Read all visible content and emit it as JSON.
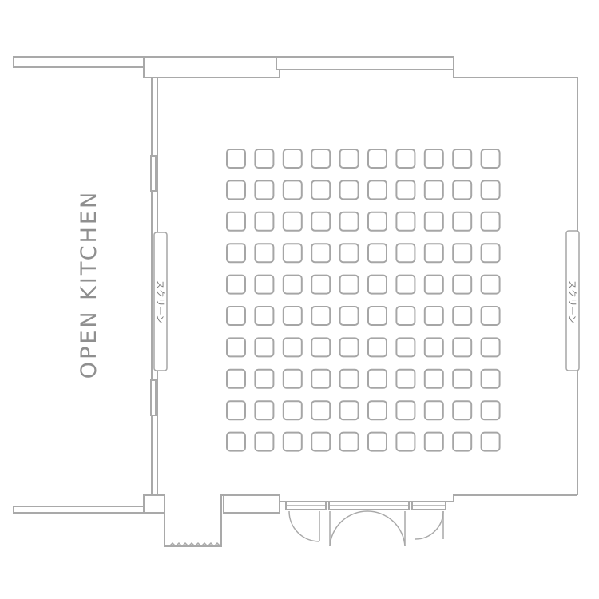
{
  "floor_plan": {
    "kitchen_label": "OPEN KITCHEN",
    "screen_left_label": "スクリーン",
    "screen_right_label": "スクリーン",
    "seating": {
      "rows": 10,
      "columns": 10
    },
    "colors": {
      "wall": "#a9a9a9",
      "seat": "#a6a6a6",
      "text": "#8f8f8f"
    }
  }
}
